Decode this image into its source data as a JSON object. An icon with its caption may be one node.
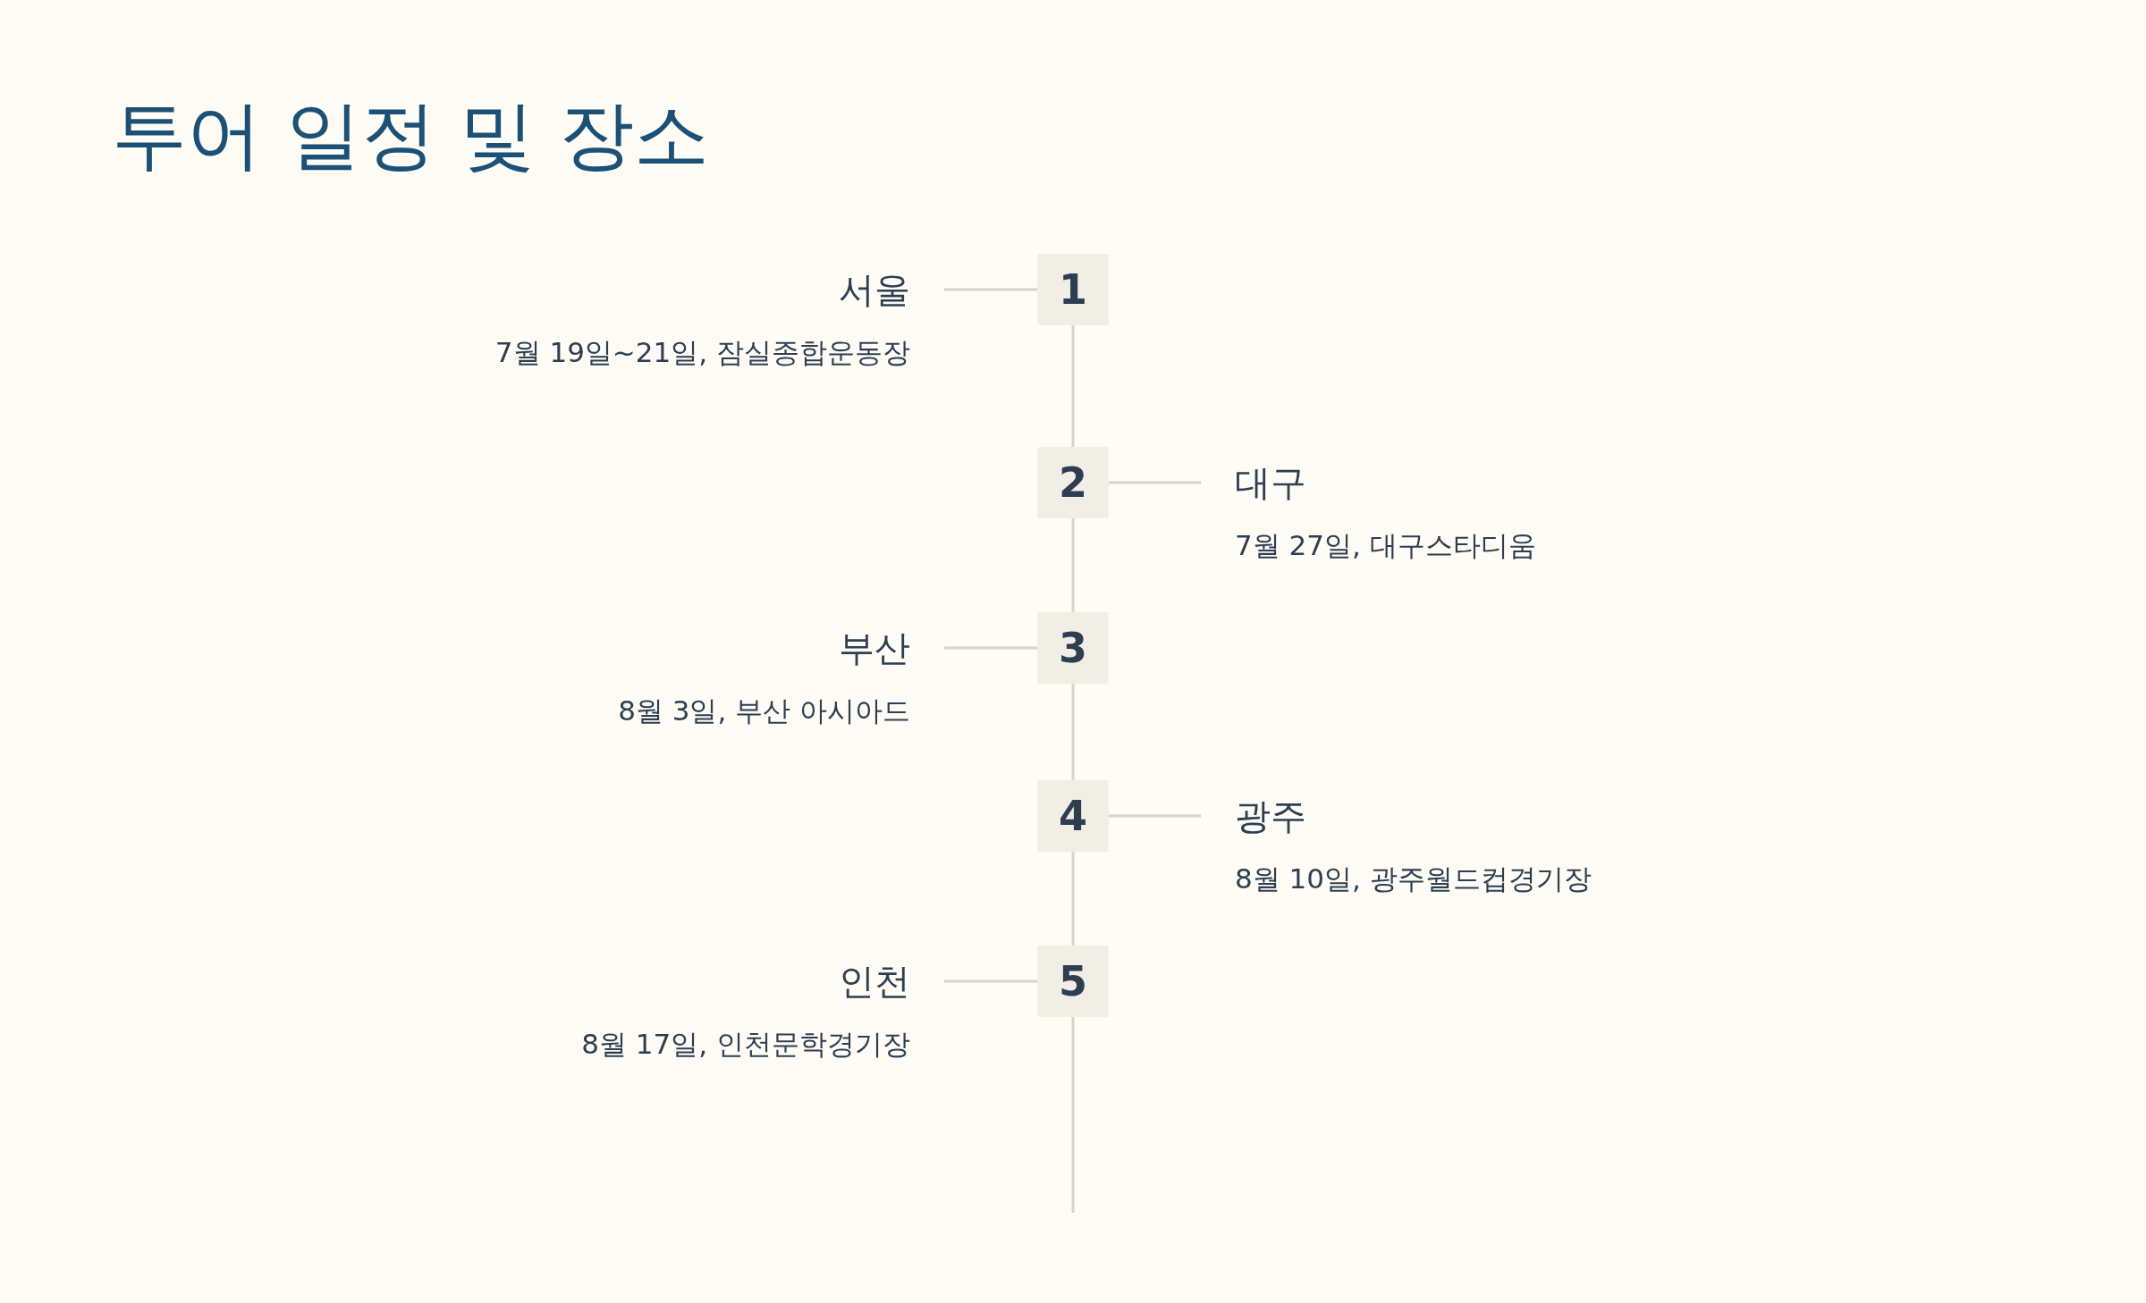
{
  "diagram": {
    "title": "투어 일정 및 장소",
    "nodes": [
      {
        "text": [
          "1"
        ]
      },
      {
        "text": [
          "서울",
          "7월 19일~21일, 잠실종합운동장"
        ]
      },
      {
        "text": [
          "2"
        ]
      },
      {
        "text": [
          "대구",
          "7월 27일, 대구스타디움"
        ]
      },
      {
        "text": [
          "3"
        ]
      },
      {
        "text": [
          "부산",
          "8월 3일, 부산 아시아드"
        ]
      },
      {
        "text": [
          "4"
        ]
      },
      {
        "text": [
          "광주",
          "8월 10일, 광주월드컵경기장"
        ]
      },
      {
        "text": [
          "5"
        ]
      },
      {
        "text": [
          "인천",
          "8월 17일, 인천문학경기장"
        ]
      }
    ],
    "edges": [
      {
        "from": 0,
        "to": 1,
        "arrow": "none"
      },
      {
        "from": 0,
        "to": 2,
        "arrow": "none"
      },
      {
        "from": 2,
        "to": 3,
        "arrow": "none"
      },
      {
        "from": 2,
        "to": 4,
        "arrow": "none"
      },
      {
        "from": 4,
        "to": 5,
        "arrow": "none"
      },
      {
        "from": 4,
        "to": 6,
        "arrow": "none"
      },
      {
        "from": 6,
        "to": 7,
        "arrow": "none"
      },
      {
        "from": 6,
        "to": 8,
        "arrow": "none"
      },
      {
        "from": 8,
        "to": 9,
        "arrow": "none"
      },
      {
        "from": 8,
        "to": null,
        "arrow": "none"
      }
    ]
  }
}
